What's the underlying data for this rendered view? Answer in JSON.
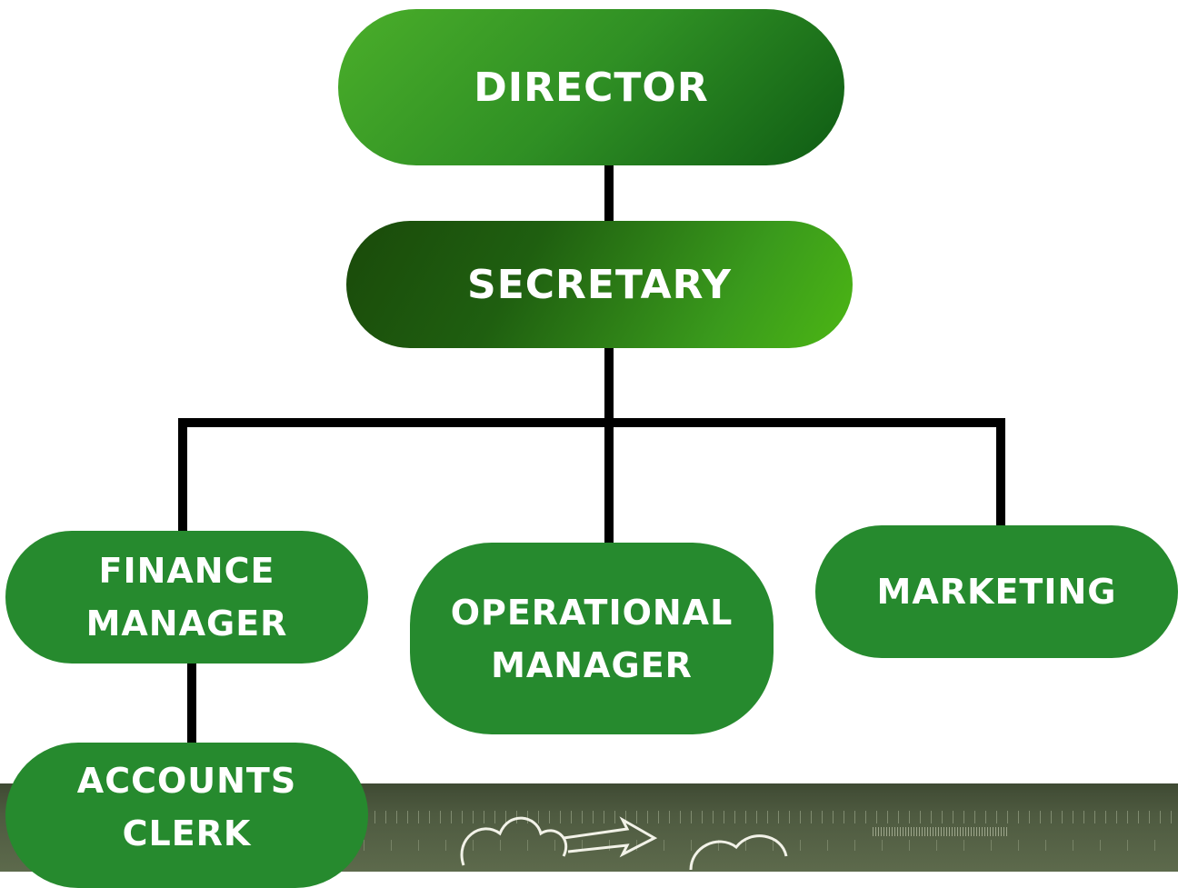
{
  "chart": {
    "nodes": {
      "director": {
        "label": "DIRECTOR"
      },
      "secretary": {
        "label": "SECRETARY"
      },
      "finance_manager": {
        "line1": "FINANCE",
        "line2": "MANAGER"
      },
      "operational_manager": {
        "line1": "OPERATIONAL",
        "line2": "MANAGER"
      },
      "marketing": {
        "label": "MARKETING"
      },
      "accounts_clerk": {
        "line1": "ACCOUNTS",
        "line2": "CLERK"
      }
    }
  },
  "colors": {
    "node_green": "#268a2e",
    "connector": "#000000",
    "text": "#ffffff"
  }
}
